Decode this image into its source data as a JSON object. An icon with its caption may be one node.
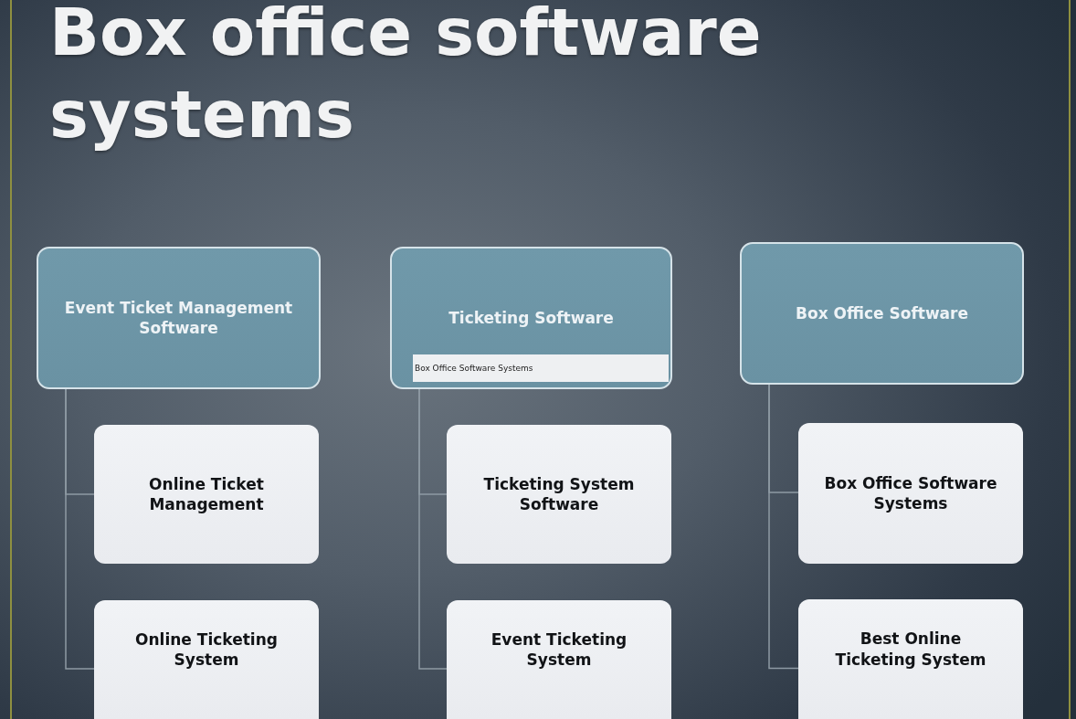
{
  "diagram": {
    "title": "Box office software systems",
    "nodes": [
      {
        "text": [
          "Event Ticket Management Software"
        ]
      },
      {
        "text": [
          "Online Ticket Management"
        ]
      },
      {
        "text": [
          "Online Ticketing System"
        ]
      },
      {
        "text": [
          "Ticketing Software"
        ]
      },
      {
        "text": [
          "Box Office Software Systems"
        ],
        "in": 3
      },
      {
        "text": [
          "Ticketing System Software"
        ]
      },
      {
        "text": [
          "Event Ticketing System"
        ]
      },
      {
        "text": [
          "Box Office Software"
        ]
      },
      {
        "text": [
          "Box Office Software Systems"
        ]
      },
      {
        "text": [
          "Best Online Ticketing System"
        ]
      }
    ],
    "edges": [
      {
        "from": 0,
        "to": 1,
        "arrow": "none"
      },
      {
        "from": 0,
        "to": 2,
        "arrow": "none"
      },
      {
        "from": 3,
        "to": 5,
        "arrow": "none"
      },
      {
        "from": 3,
        "to": 6,
        "arrow": "none"
      },
      {
        "from": 7,
        "to": 8,
        "arrow": "none"
      },
      {
        "from": 7,
        "to": 9,
        "arrow": "none"
      }
    ]
  }
}
